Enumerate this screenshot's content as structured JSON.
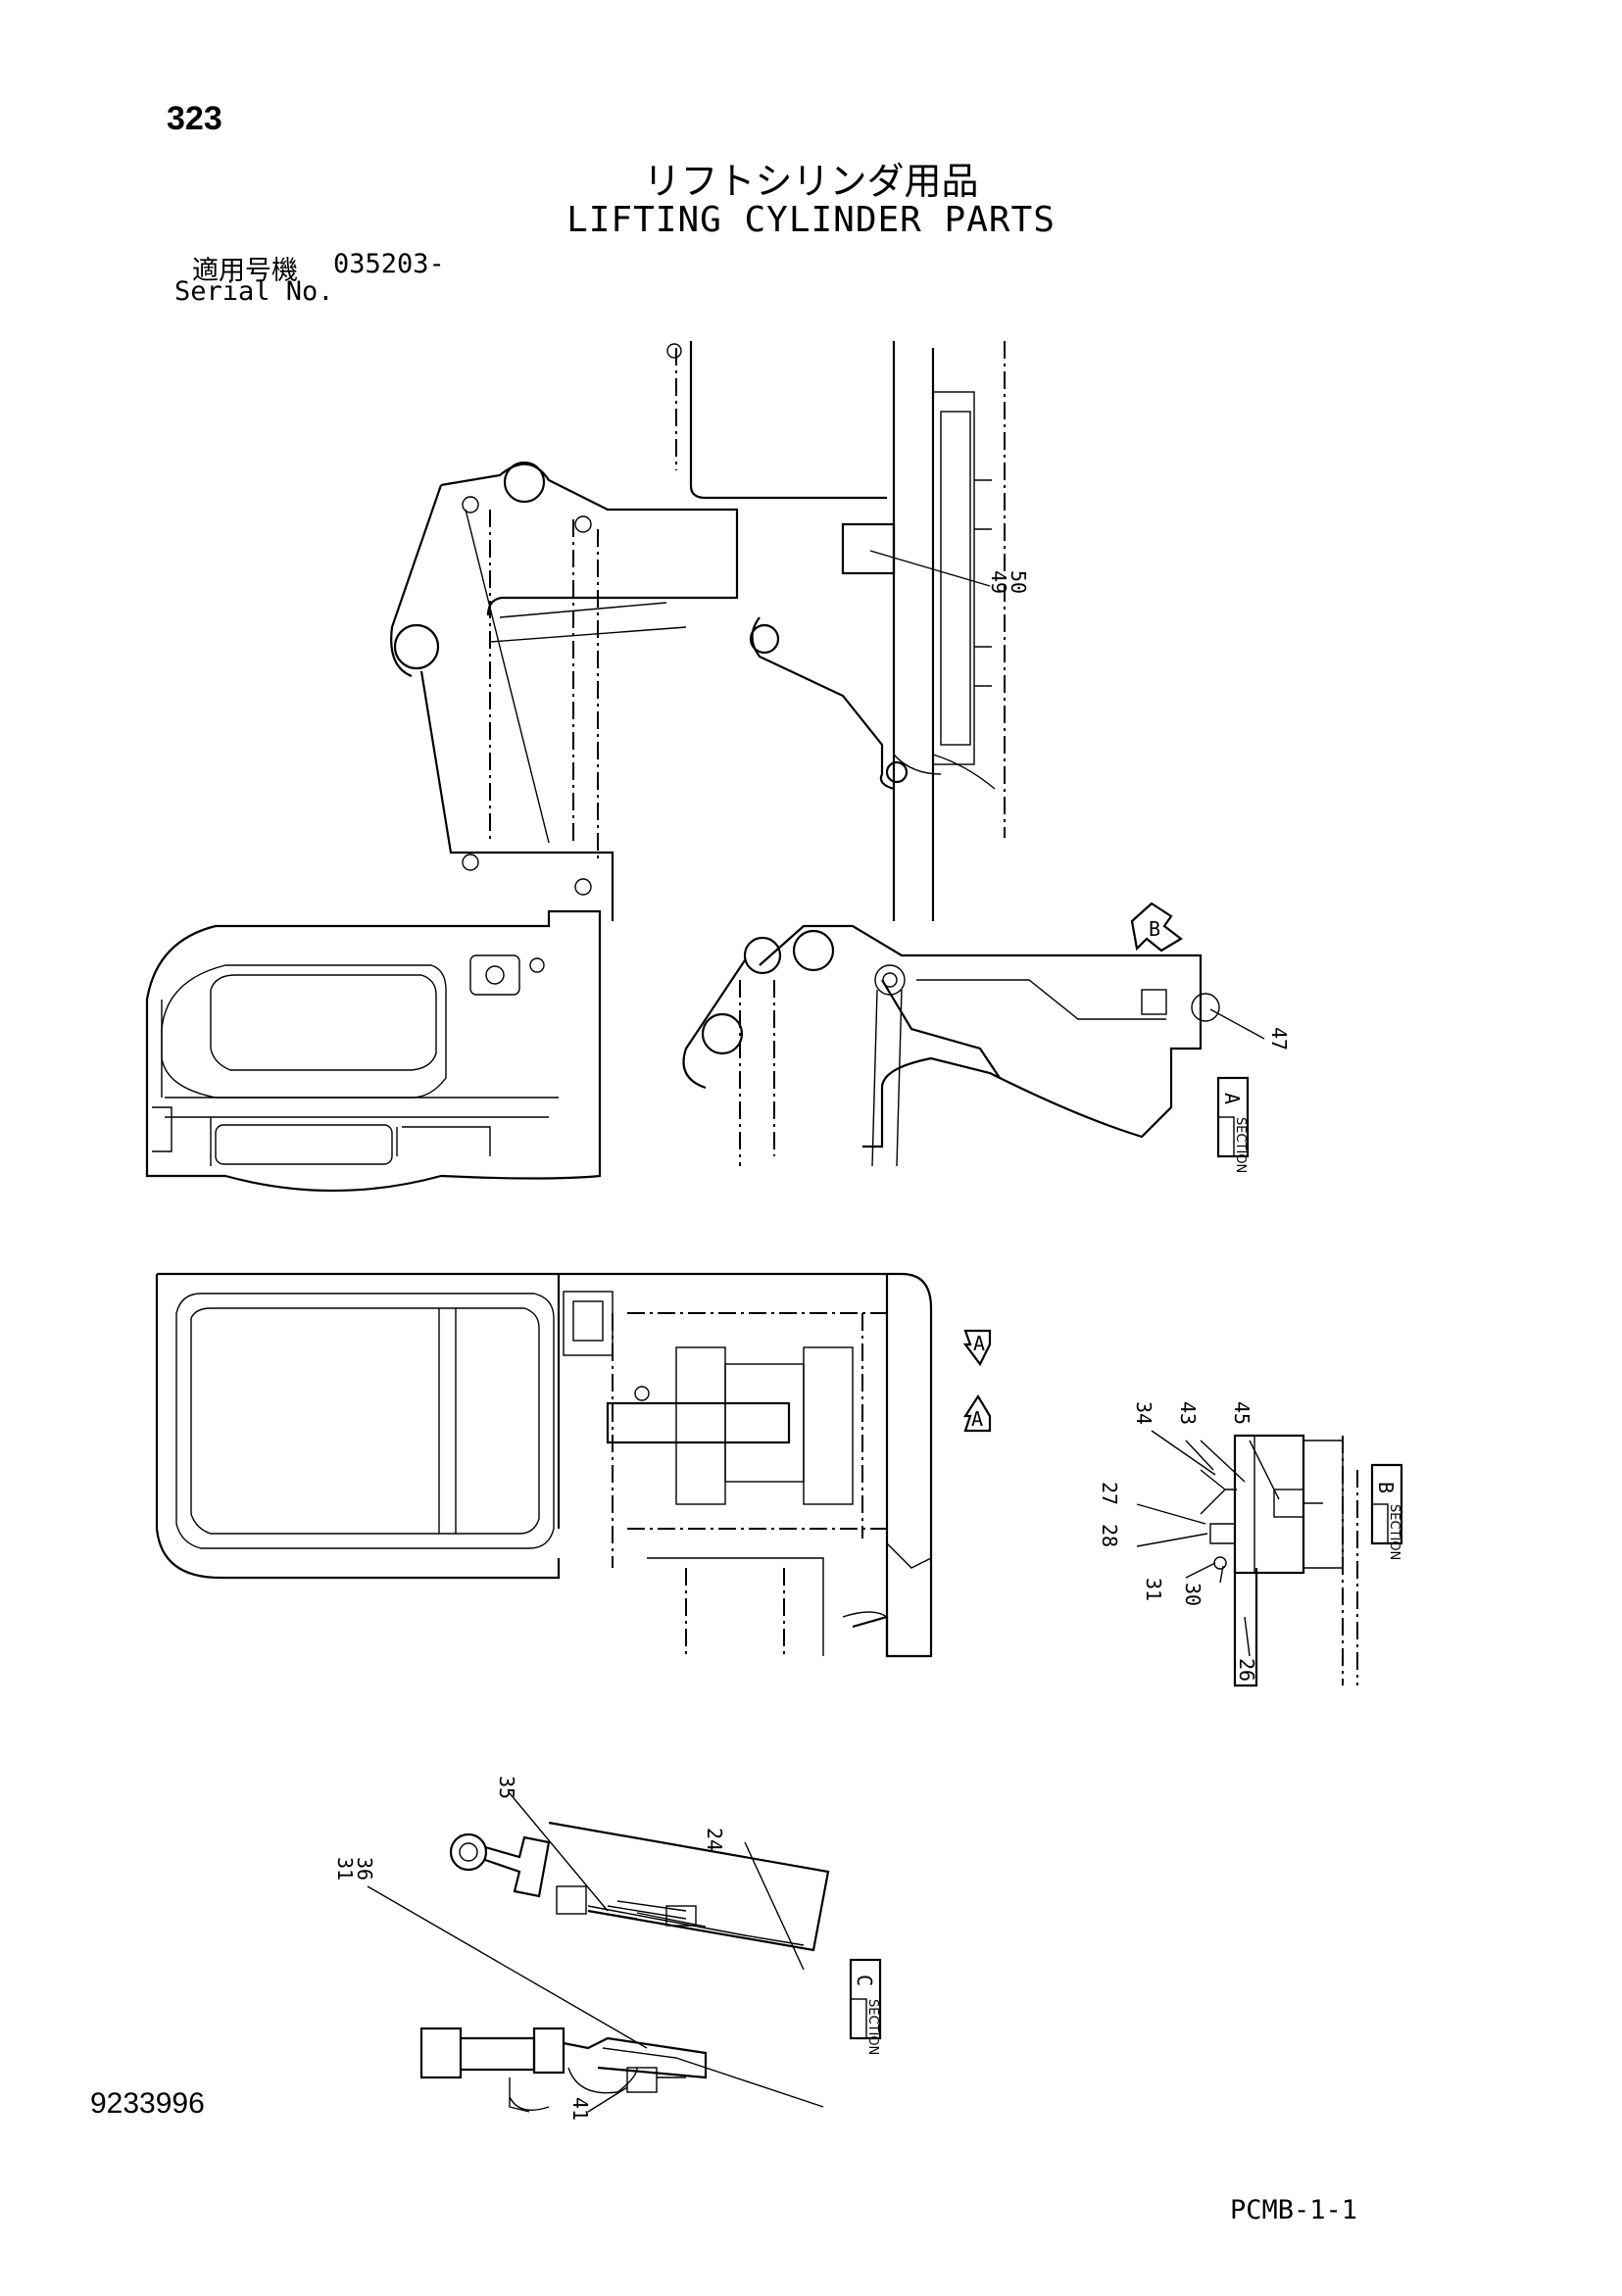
{
  "header": {
    "page_number": "323",
    "title_jp": "リフトシリンダ用品",
    "title_en": "LIFTING CYLINDER PARTS",
    "serial_label_jp": "適用号機",
    "serial_value": "035203-",
    "serial_label_en": "Serial No."
  },
  "callouts": {
    "p49": "49",
    "p50": "50",
    "p47": "47",
    "p34": "34",
    "p43": "43",
    "p45": "45",
    "p27": "27",
    "p28": "28",
    "p30": "30",
    "p31": "31",
    "p26": "26",
    "p35": "35",
    "p24": "24",
    "p31b": "31",
    "p36": "36",
    "p41": "41"
  },
  "sections": {
    "a_letter": "A",
    "b_letter": "B",
    "c_letter": "C",
    "section_word": "SECTION",
    "marker_a": "A",
    "marker_b": "B"
  },
  "footer": {
    "doc_number": "9233996",
    "catalog_code": "PCMB-1-1"
  }
}
